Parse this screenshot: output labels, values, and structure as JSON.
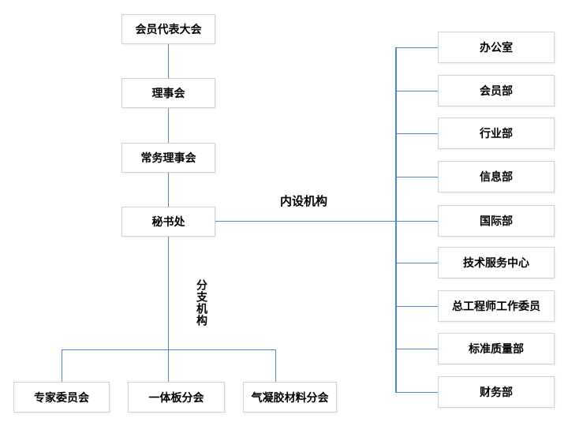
{
  "colors": {
    "connector": "#5089c7",
    "box_border": "#d2d2d2",
    "box_fill": "#ffffff",
    "background": "#ffffff",
    "text": "#000000"
  },
  "labels": {
    "internal_orgs": "内设机构",
    "branch_orgs": "分支机构"
  },
  "nodes": {
    "hierarchy": [
      "会员代表大会",
      "理事会",
      "常务理事会",
      "秘书处"
    ],
    "internal_departments": [
      "办公室",
      "会员部",
      "行业部",
      "信息部",
      "国际部",
      "技术服务中心",
      "总工程师工作委员",
      "标准质量部",
      "财务部"
    ],
    "branches": [
      "专家委员会",
      "一体板分会",
      "气凝胶材料分会"
    ]
  }
}
